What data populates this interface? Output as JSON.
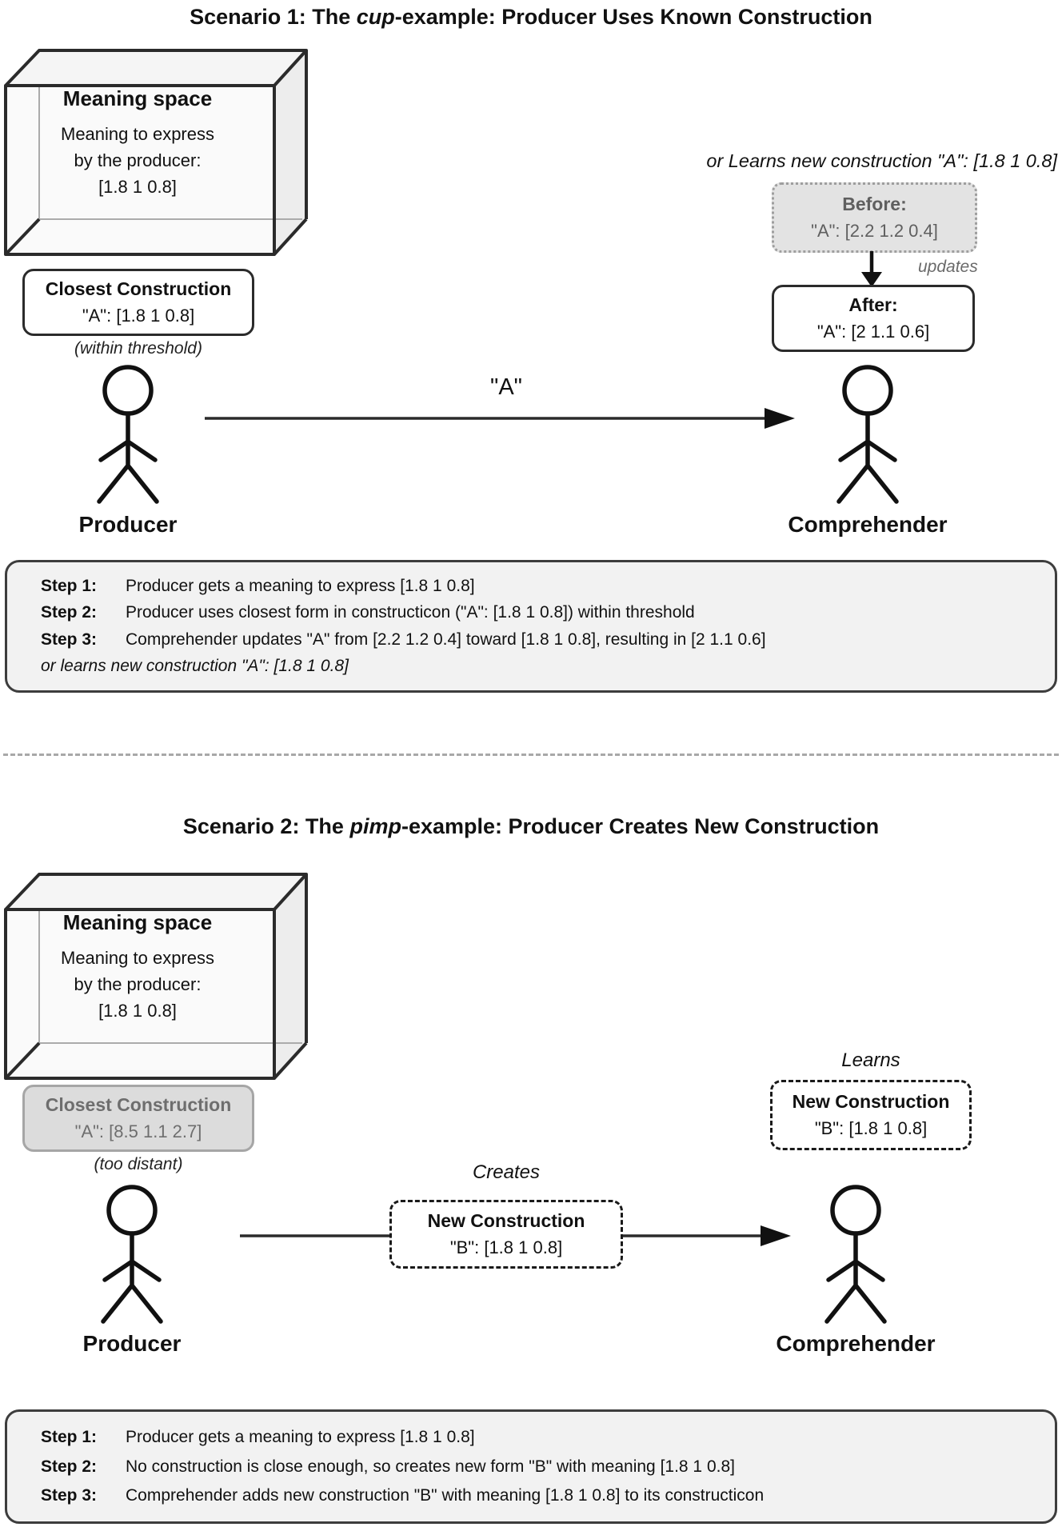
{
  "colors": {
    "edge": "#2b2b2b",
    "steps_box_bg": "#f2f2f2",
    "steps_box_border": "#3d3d3d",
    "muted_box_bg": "#e3e3e3",
    "muted_box_border": "#9e9e9e",
    "muted_text": "#5f5f5f",
    "divider": "#a8a8a8"
  },
  "s1": {
    "title": {
      "prefix": "Scenario 1: The ",
      "em": "cup",
      "suffix": "-example: Producer Uses Known Construction"
    },
    "meaning_space": {
      "title": "Meaning space",
      "lines": [
        "Meaning to express",
        "by the producer:",
        "[1.8 1 0.8]"
      ]
    },
    "closest": {
      "title": "Closest Construction",
      "value": "\"A\": [1.8 1 0.8]",
      "note": "(within threshold)"
    },
    "learns_note": "or Learns new construction \"A\": [1.8 1 0.8]",
    "before": {
      "title": "Before:",
      "value": "\"A\": [2.2 1.2 0.4]"
    },
    "updates": "updates",
    "after": {
      "title": "After:",
      "value": "\"A\": [2 1.1 0.6]"
    },
    "message": "\"A\"",
    "producer": "Producer",
    "comprehender": "Comprehender",
    "steps": [
      {
        "label": "Step 1:",
        "text": "Producer gets a meaning to express [1.8 1 0.8]"
      },
      {
        "label": "Step 2:",
        "text": "Producer uses closest form in constructicon (\"A\": [1.8 1 0.8]) within threshold"
      },
      {
        "label": "Step 3:",
        "text": "Comprehender updates \"A\" from [2.2 1.2 0.4] toward [1.8 1 0.8], resulting in [2 1.1 0.6]"
      }
    ],
    "steps_note": "or learns new construction \"A\": [1.8 1 0.8]"
  },
  "s2": {
    "title": {
      "prefix": "Scenario 2: The ",
      "em": "pimp",
      "suffix": "-example: Producer Creates New Construction"
    },
    "meaning_space": {
      "title": "Meaning space",
      "lines": [
        "Meaning to express",
        "by the producer:",
        "[1.8 1 0.8]"
      ]
    },
    "closest": {
      "title": "Closest Construction",
      "value": "\"A\": [8.5 1.1 2.7]",
      "note": "(too distant)"
    },
    "creates": "Creates",
    "new_mid": {
      "title": "New Construction",
      "value": "\"B\": [1.8 1 0.8]"
    },
    "learns": "Learns",
    "new_right": {
      "title": "New Construction",
      "value": "\"B\": [1.8 1 0.8]"
    },
    "producer": "Producer",
    "comprehender": "Comprehender",
    "steps": [
      {
        "label": "Step 1:",
        "text": "Producer gets a meaning to express [1.8 1 0.8]"
      },
      {
        "label": "Step 2:",
        "text": "No construction is close enough, so creates new form \"B\" with meaning [1.8 1 0.8]"
      },
      {
        "label": "Step 3:",
        "text": "Comprehender adds new construction \"B\" with meaning [1.8 1 0.8] to its constructicon"
      }
    ]
  }
}
